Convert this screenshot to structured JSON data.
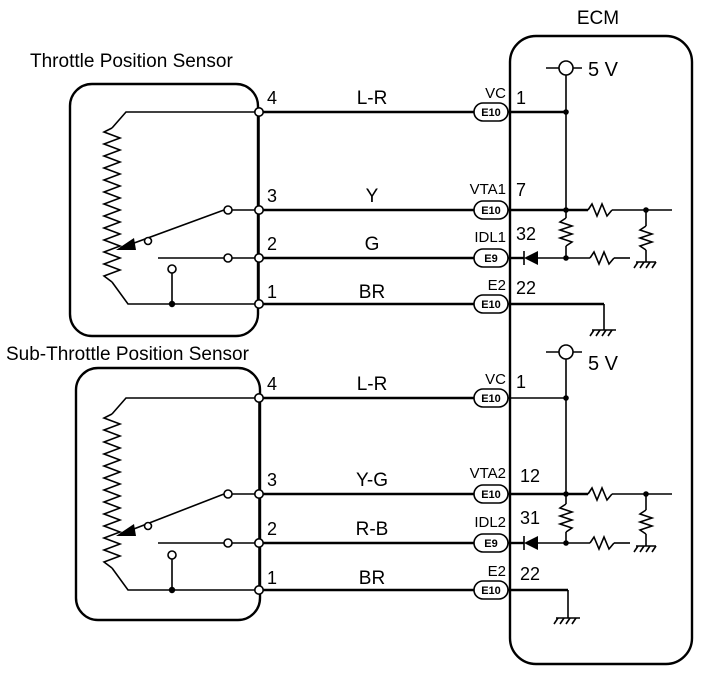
{
  "ecm_label": "ECM",
  "sensors": [
    {
      "title": "Throttle Position Sensor",
      "supply": "5 V",
      "lines": [
        {
          "pin": "4",
          "wire": "L-R",
          "term": "VC",
          "conn": "E10",
          "ecm_pin": "1"
        },
        {
          "pin": "3",
          "wire": "Y",
          "term": "VTA1",
          "conn": "E10",
          "ecm_pin": "7"
        },
        {
          "pin": "2",
          "wire": "G",
          "term": "IDL1",
          "conn": "E9",
          "ecm_pin": "32"
        },
        {
          "pin": "1",
          "wire": "BR",
          "term": "E2",
          "conn": "E10",
          "ecm_pin": "22"
        }
      ]
    },
    {
      "title": "Sub-Throttle Position Sensor",
      "supply": "5 V",
      "lines": [
        {
          "pin": "4",
          "wire": "L-R",
          "term": "VC",
          "conn": "E10",
          "ecm_pin": "1"
        },
        {
          "pin": "3",
          "wire": "Y-G",
          "term": "VTA2",
          "conn": "E10",
          "ecm_pin": "12"
        },
        {
          "pin": "2",
          "wire": "R-B",
          "term": "IDL2",
          "conn": "E9",
          "ecm_pin": "31"
        },
        {
          "pin": "1",
          "wire": "BR",
          "term": "E2",
          "conn": "E10",
          "ecm_pin": "22"
        }
      ]
    }
  ]
}
